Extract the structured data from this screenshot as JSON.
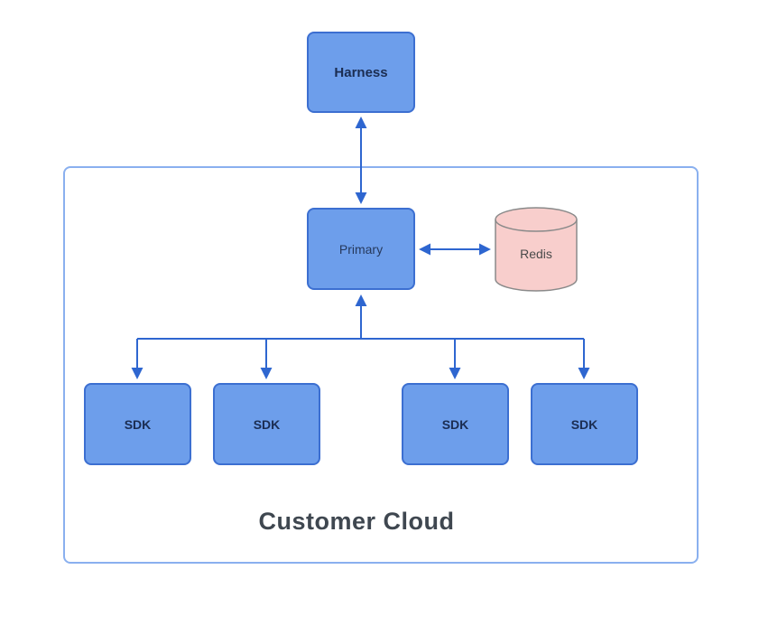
{
  "diagram": {
    "nodes": {
      "harness": {
        "label": "Harness",
        "shape": "rounded-rect",
        "fill": "#6d9eeb"
      },
      "primary": {
        "label": "Primary",
        "shape": "rounded-rect",
        "fill": "#6d9eeb"
      },
      "redis": {
        "label": "Redis",
        "shape": "cylinder",
        "fill": "#f8cecc"
      },
      "sdk_1": {
        "label": "SDK"
      },
      "sdk_2": {
        "label": "SDK"
      },
      "sdk_3": {
        "label": "SDK"
      },
      "sdk_4": {
        "label": "SDK"
      }
    },
    "container": {
      "label": "Customer Cloud"
    },
    "edges": [
      {
        "from": "harness",
        "to": "primary",
        "direction": "bidirectional"
      },
      {
        "from": "primary",
        "to": "redis",
        "direction": "bidirectional"
      },
      {
        "from": "primary",
        "to": "sdk_1",
        "direction": "bidirectional-branch"
      },
      {
        "from": "primary",
        "to": "sdk_2",
        "direction": "bidirectional-branch"
      },
      {
        "from": "primary",
        "to": "sdk_3",
        "direction": "bidirectional-branch"
      },
      {
        "from": "primary",
        "to": "sdk_4",
        "direction": "bidirectional-branch"
      }
    ],
    "colors": {
      "node_fill": "#6d9eeb",
      "node_border": "#3c6fd1",
      "node_text": "#1b2d52",
      "arrow": "#2e66d0",
      "redis_fill": "#f8cecc",
      "redis_border": "#8a8a8a",
      "container_border": "#8ab0ef",
      "title_text": "#3f4750"
    }
  }
}
